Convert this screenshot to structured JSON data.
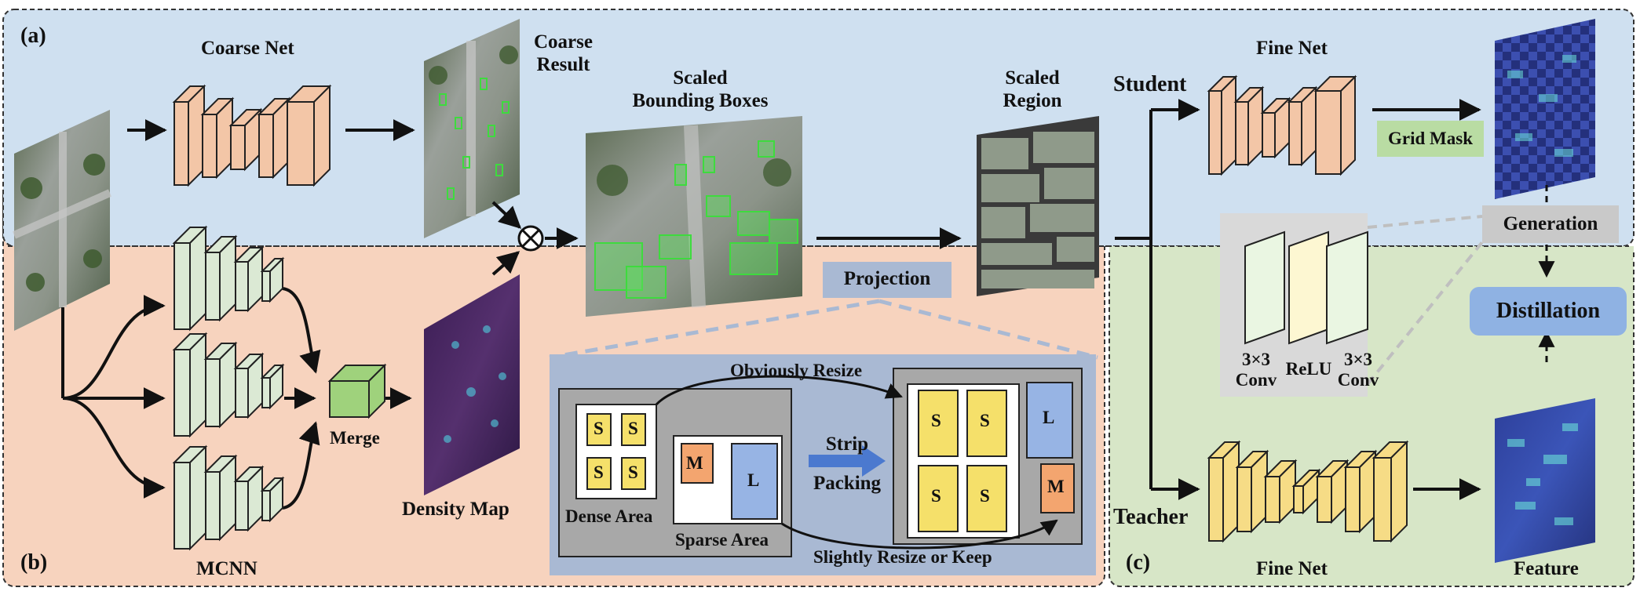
{
  "panels": {
    "a": "(a)",
    "b": "(b)",
    "c": "(c)"
  },
  "labels": {
    "coarse_net": "Coarse Net",
    "coarse_result": "Coarse\nResult",
    "scaled_bboxes": "Scaled\nBounding Boxes",
    "scaled_region": "Scaled\nRegion",
    "student": "Student",
    "teacher": "Teacher",
    "fine_net_top": "Fine Net",
    "fine_net_bottom": "Fine Net",
    "grid_mask": "Grid Mask",
    "generation": "Generation",
    "distillation": "Distillation",
    "feature": "Feature",
    "projection": "Projection",
    "merge": "Merge",
    "density_map": "Density Map",
    "mcnn": "MCNN",
    "conv1": "3×3\nConv",
    "relu": "ReLU",
    "conv2": "3×3\nConv",
    "obviously_resize": "Obviously Resize",
    "strip_packing": "Strip\nPacking",
    "slightly_resize": "Slightly Resize or Keep",
    "dense_area": "Dense Area",
    "sparse_area": "Sparse Area",
    "s": "S",
    "m": "M",
    "l": "L"
  },
  "colors": {
    "panel_a_bg": "#cfe0f0",
    "panel_b_bg": "#f7d3be",
    "panel_c_bg": "#d7e6c7",
    "coarse_block": "#f3c6a7",
    "mcnn_block": "#dbe9d4",
    "fine_teacher_block": "#f6dc86",
    "s_box": "#f5e06a",
    "m_box": "#f3a56f",
    "l_box": "#97b4e4",
    "distillation_bg": "#8fb2e3",
    "grid_mask_bg": "#b9dca3",
    "projection_bg": "#a9b9d3",
    "strip_arrow": "#4b79cf"
  }
}
